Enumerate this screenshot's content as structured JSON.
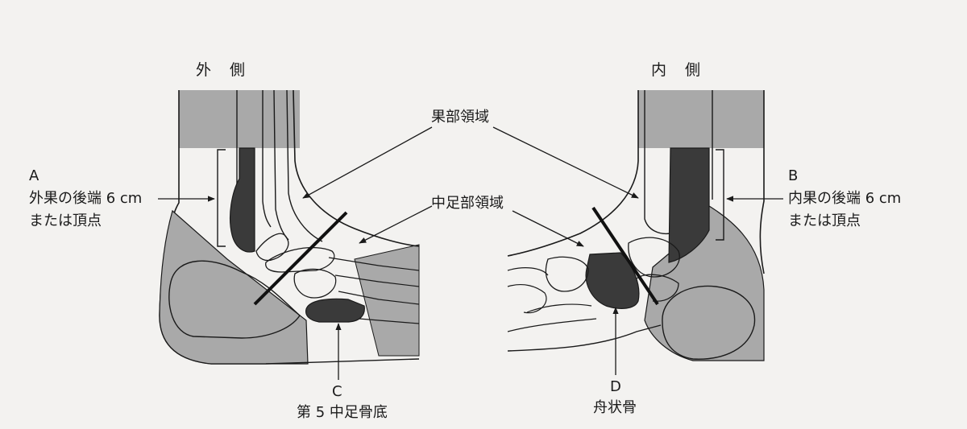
{
  "sides": {
    "lateral": "外　側",
    "medial": "内　側"
  },
  "regions": {
    "malleolar": "果部領域",
    "midfoot": "中足部領域"
  },
  "points": {
    "A": {
      "letter": "A",
      "line1": "外果の後端 6 cm",
      "line2": "または頂点"
    },
    "B": {
      "letter": "B",
      "line1": "内果の後端 6 cm",
      "line2": "または頂点"
    },
    "C": {
      "letter": "C",
      "name": "第 5 中足骨底"
    },
    "D": {
      "letter": "D",
      "name": "舟状骨"
    }
  },
  "colors": {
    "zone_gray": "#a9a9a9",
    "bone_dark": "#3a3a3a",
    "line": "#1a1a1a",
    "paper": "#f3f2f0"
  }
}
